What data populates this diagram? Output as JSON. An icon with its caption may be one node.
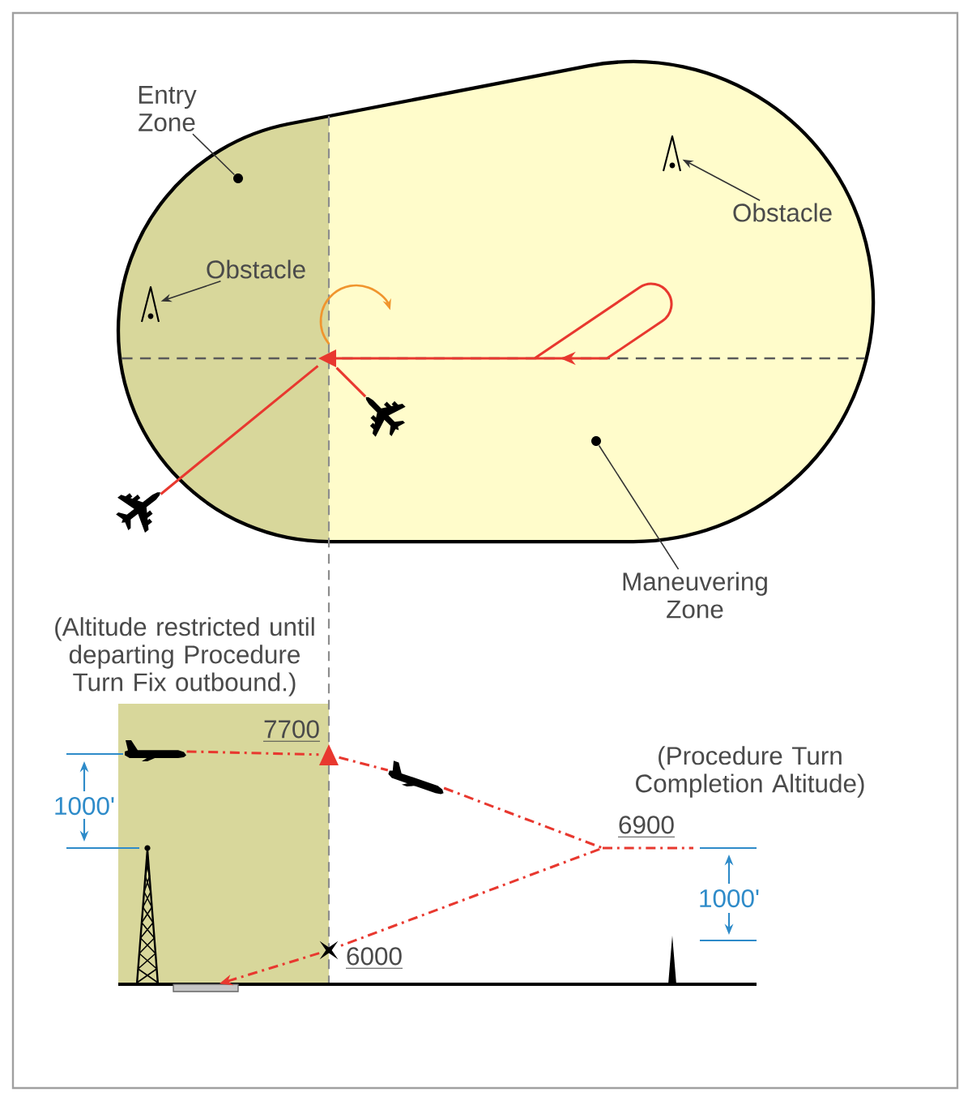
{
  "diagram": {
    "nodes": [
      {
        "text": [
          "Entry Zone"
        ]
      },
      {
        "text": [],
        "shape": "circle"
      },
      {
        "text": [],
        "shape": "picture"
      },
      {
        "text": [
          "Obstacle"
        ]
      },
      {
        "text": [
          "Obstacle"
        ]
      },
      {
        "text": [],
        "shape": "picture"
      },
      {
        "text": [],
        "shape": "triangle"
      },
      {
        "text": [],
        "shape": "picture"
      },
      {
        "text": [],
        "shape": "circle"
      },
      {
        "text": [],
        "shape": "picture"
      },
      {
        "text": [
          "Maneuvering Zone"
        ]
      },
      {
        "text": [],
        "shape": "picture"
      },
      {
        "text": [],
        "shape": "triangle"
      },
      {
        "text": [],
        "shape": "picture"
      },
      {
        "text": [],
        "shape": "cross"
      },
      {
        "text": [],
        "shape": "bar"
      }
    ],
    "edges": [
      {
        "from": 0,
        "to": 1,
        "arrow": "none",
        "color": "#333333"
      },
      {
        "from": 3,
        "to": 2,
        "arrow": "to",
        "color": "#333333"
      },
      {
        "from": 4,
        "to": 5,
        "arrow": "to",
        "color": "#333333"
      },
      {
        "from": 10,
        "to": 8,
        "arrow": "none",
        "color": "#333333"
      },
      {
        "from": 9,
        "to": 6,
        "arrow": "none"
      },
      {
        "from": 6,
        "to": 7,
        "arrow": "none"
      },
      {
        "from": 11,
        "to": 12,
        "arrow": "none",
        "style": "dashed"
      },
      {
        "from": 12,
        "to": 13,
        "arrow": "none",
        "style": "dashed"
      },
      {
        "from": 13,
        "to": 14,
        "arrow": "none",
        "style": "dashed"
      },
      {
        "from": 14,
        "to": 15,
        "arrow": "to",
        "style": "dashed"
      }
    ],
    "labels": [
      "(Altitude restricted until departing Procedure Turn Fix outbound.)",
      "7700",
      "(Procedure Turn Completion Altitude)",
      "1000'",
      "6900",
      "1000'",
      "6000"
    ]
  }
}
